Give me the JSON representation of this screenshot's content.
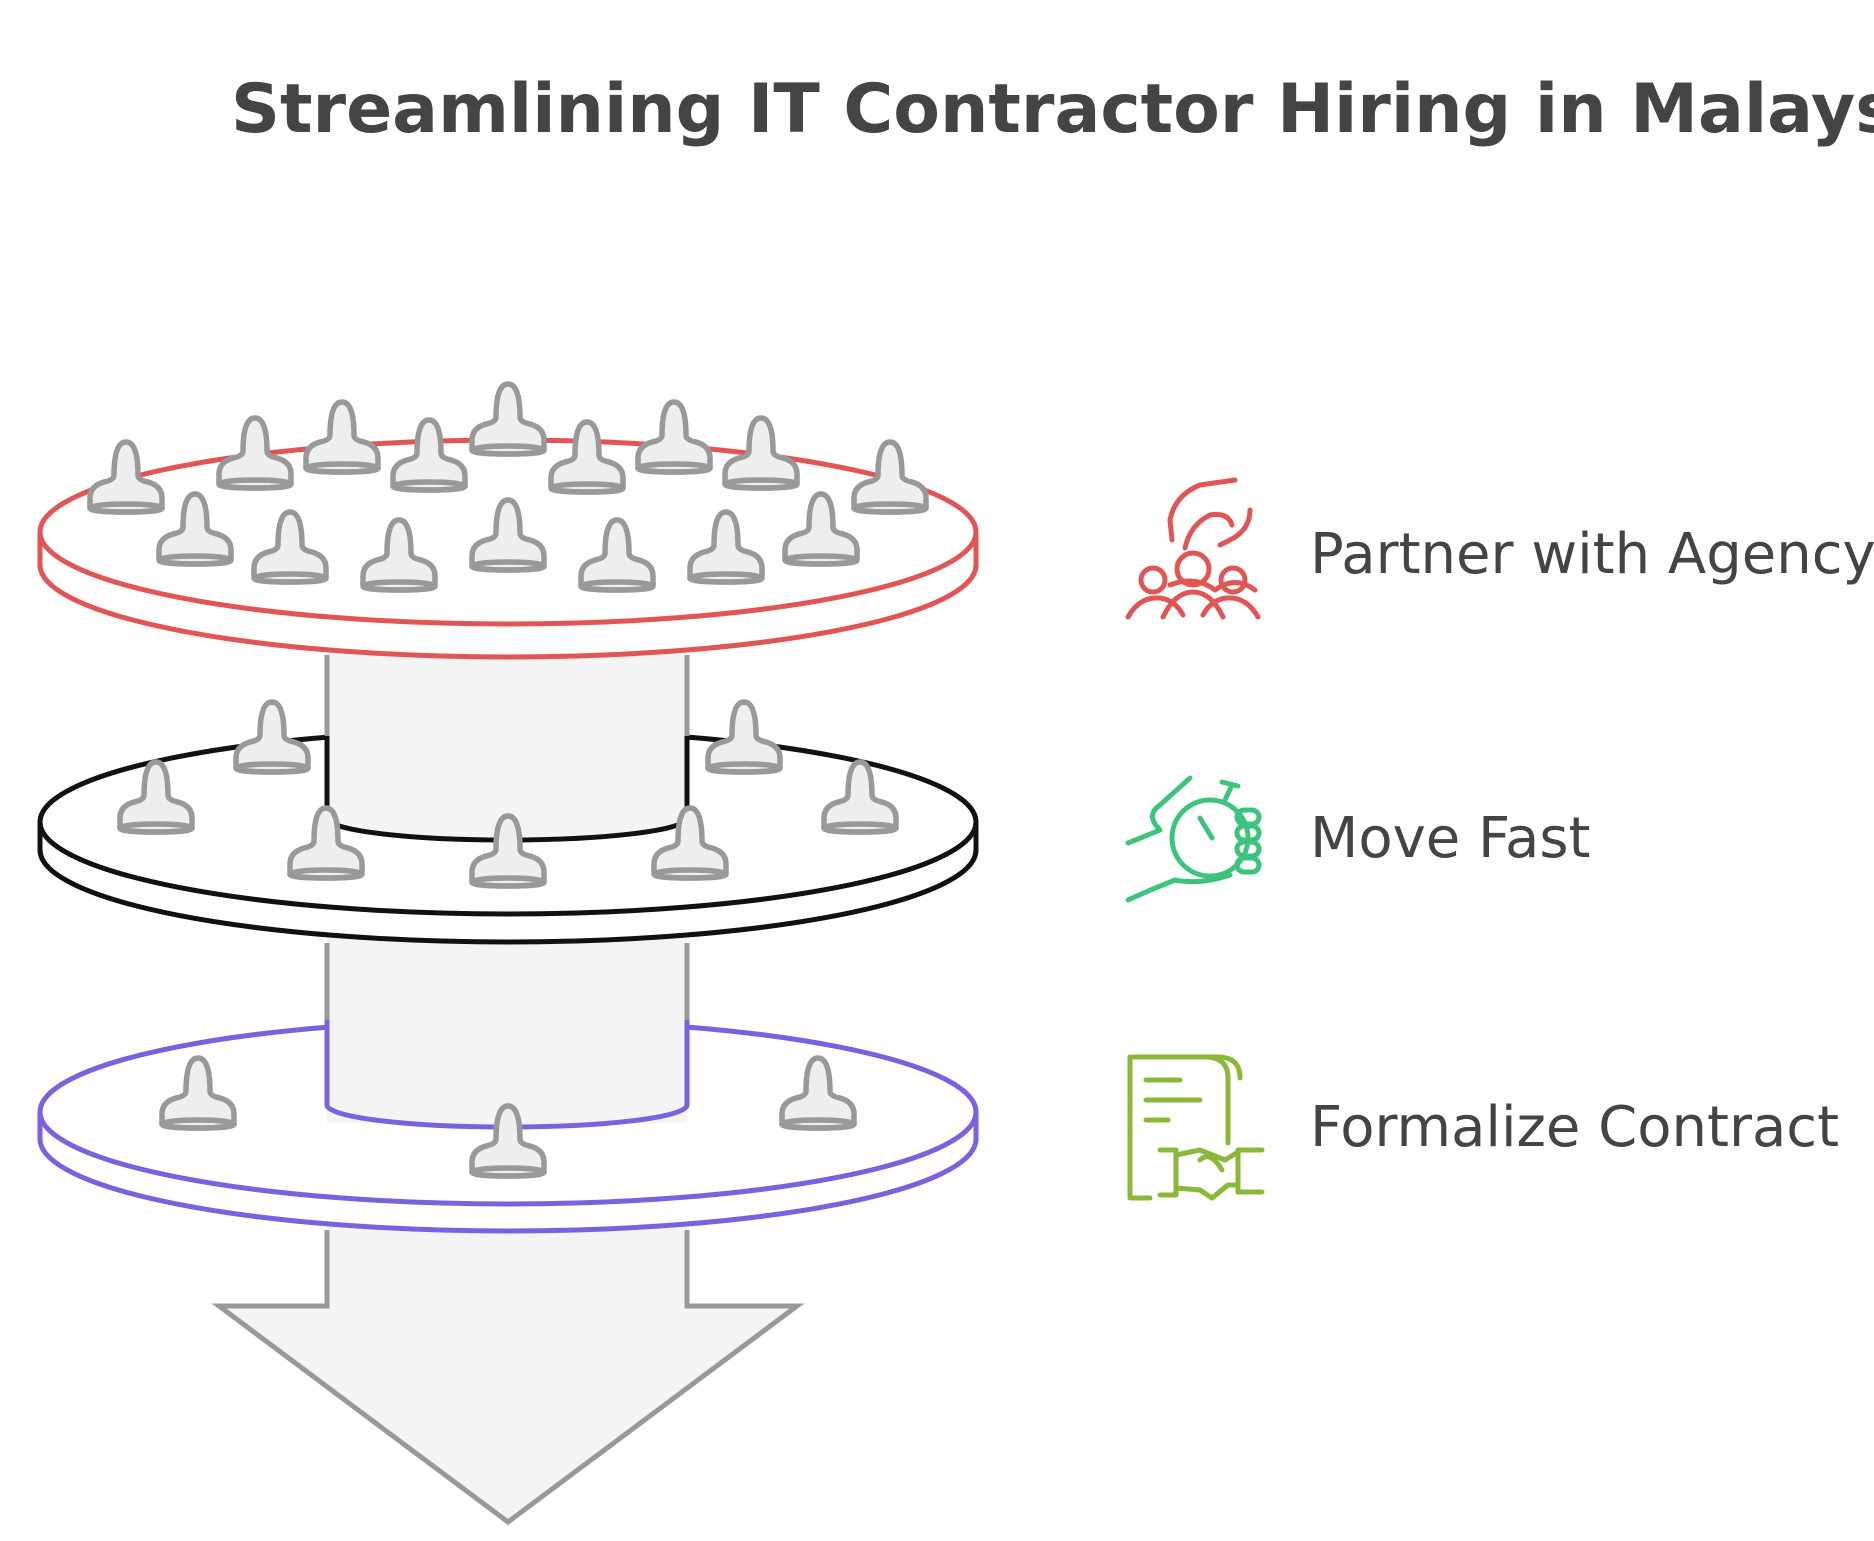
{
  "title": "Streamlining IT Contractor Hiring in Malaysia",
  "stages": [
    {
      "label": "Partner with Agency",
      "icon": "agency-handshake-icon",
      "color": "#e15554"
    },
    {
      "label": "Move Fast",
      "icon": "stopwatch-hand-icon",
      "color": "#3cc47c"
    },
    {
      "label": "Formalize Contract",
      "icon": "contract-handshake-icon",
      "color": "#8cb83a"
    }
  ],
  "colors": {
    "person": "#999999",
    "person_fill": "#eeeeee",
    "funnel": "#999999",
    "funnel_fill": "#f4f4f4",
    "middle_disc": "#111111",
    "bottom_disc": "#7b61e0",
    "text": "#444444"
  }
}
